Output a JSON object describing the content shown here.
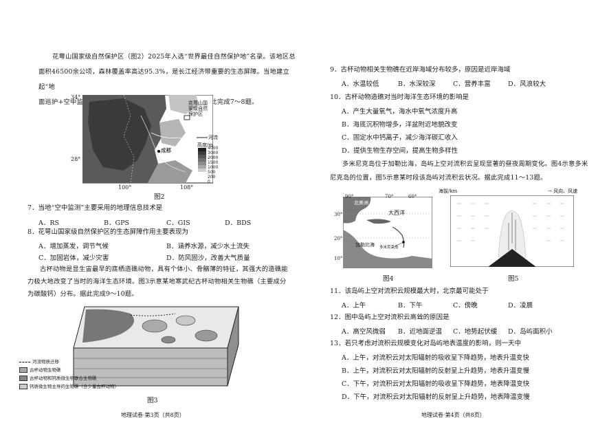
{
  "left": {
    "intro": [
      "花萼山国家级自然保护区（图2）2025年入选“世界最佳自然保护地”名录。该地区总",
      "面积46500余公顷，森林覆盖率高达95.3%，是长江经济带重要的生态屏障。当地建立起“地",
      "面巡护+空中监测”网络，为保护生态环境提供技术支撑。据此完成7～8题。"
    ],
    "map2": {
      "lat_top": "34°",
      "lat_bottom": "28°",
      "lon_left": "100°",
      "lon_right": "108°",
      "city": "成都",
      "reserve_label": [
        "花萼山国",
        "家级自然",
        "保护区"
      ],
      "legend_river": "河流",
      "legend_title": "高度/m",
      "legend_values": [
        "4000",
        "3000",
        "2000",
        "1500",
        "1000",
        "500",
        "200",
        "0"
      ],
      "caption": "图2"
    },
    "q7": {
      "stem": "7．当地“空中监测”主要采用的地理信息技术是",
      "options": [
        "A．RS",
        "B．GPS",
        "C．GIS",
        "D．BDS"
      ]
    },
    "q8": {
      "stem": "8．花萼山国家级自然保护区的生态屏障作用主要表现为",
      "options": [
        "A．增加蒸发，调节气候",
        "B．涵养水源，减少水土流失",
        "C．加固岩体，减少灾害",
        "D．防风固沙，改善大气质量"
      ]
    },
    "intro2": [
      "古杯动物是显生宙最早的底栖造礁动物，具有个体小、骨骼薄的特征，其强大的造礁能",
      "力极大地改变了当时的海洋生态环境。图3示意某地寒武纪古杯动物相关生物礁（主要成分",
      "为碳酸钙）分布。据此完成9～10题。"
    ],
    "fig3_legend": [
      "河流物质迁移",
      "古杯动物生物礁",
      "古杯动物和钙质微生物联合生物礁",
      "钙质微生物主导的生物礁（含少量古杯动物）"
    ],
    "fig3_caption": "图3",
    "footer": "地理试卷·第3页（共8页）"
  },
  "right": {
    "q9": {
      "stem": "9．古杯动物相关生物礁在近岸海域分布较多，原因是近岸海域",
      "options": [
        "A．水温较低",
        "B．水深较深",
        "C．营养丰富",
        "D．风浪较大"
      ]
    },
    "q10": {
      "stem": "10．古杯动物造礁对当时海洋生态环境的影响是",
      "options": [
        "A．产生大量氧气，海水中氧气浓度升高",
        "B．海底沉积物增多，洋盆附近地貌改变",
        "C．固定水中钙离子，减少海洋碳汇收入",
        "D．提供生物生存空间，提高生物多样性"
      ]
    },
    "intro3": [
      "多米尼克岛位于加勒比海，岛屿上空对流积云呈现显著的昼夜周期变化。图4示意多米",
      "尼克岛的位置，图5示意某时段该岛屿对流积云状况。据此完成11～13题。"
    ],
    "map4": {
      "lon": [
        "90°",
        "70°",
        "60°"
      ],
      "lat": [
        "30°",
        "20°",
        "10°"
      ],
      "labels": [
        "北美洲",
        "大西洋",
        "加勒比海",
        "多米尼克岛"
      ],
      "caption": "图4"
    },
    "fig5": {
      "ylabel": "海拔/km",
      "legend": "风向、风速",
      "caption": "图5"
    },
    "q11": {
      "stem": "11．该岛屿上空对流积云规模最大时，北京最可能处于",
      "options": [
        "A．上午",
        "B．下午",
        "C．傍晚",
        "D．凌晨"
      ]
    },
    "q12": {
      "stem": "12．图中岛屿上空对流积云高耸的原因是",
      "options": [
        "A．高空风微弱",
        "B．近地面逆温",
        "C．地势起伏缓",
        "D．岛屿面积小"
      ]
    },
    "q13": {
      "stem": "13．若只考虑对流积云规模变化对岛屿地表温度的影响，则一天中",
      "options": [
        "A．上午，对流积云对太阳辐射的吸收呈下降趋势，地表升温变快",
        "B．上午，对流积云对太阳辐射的反射呈上升趋势，地表升温变慢",
        "C．下午，对流积云对太阳辐射的吸收呈下降趋势，地表降温变快",
        "D．下午，对流积云对太阳辐射的反射呈上升趋势，地表降温变慢"
      ]
    },
    "footer": "地理试卷·第4页（共8页）"
  }
}
